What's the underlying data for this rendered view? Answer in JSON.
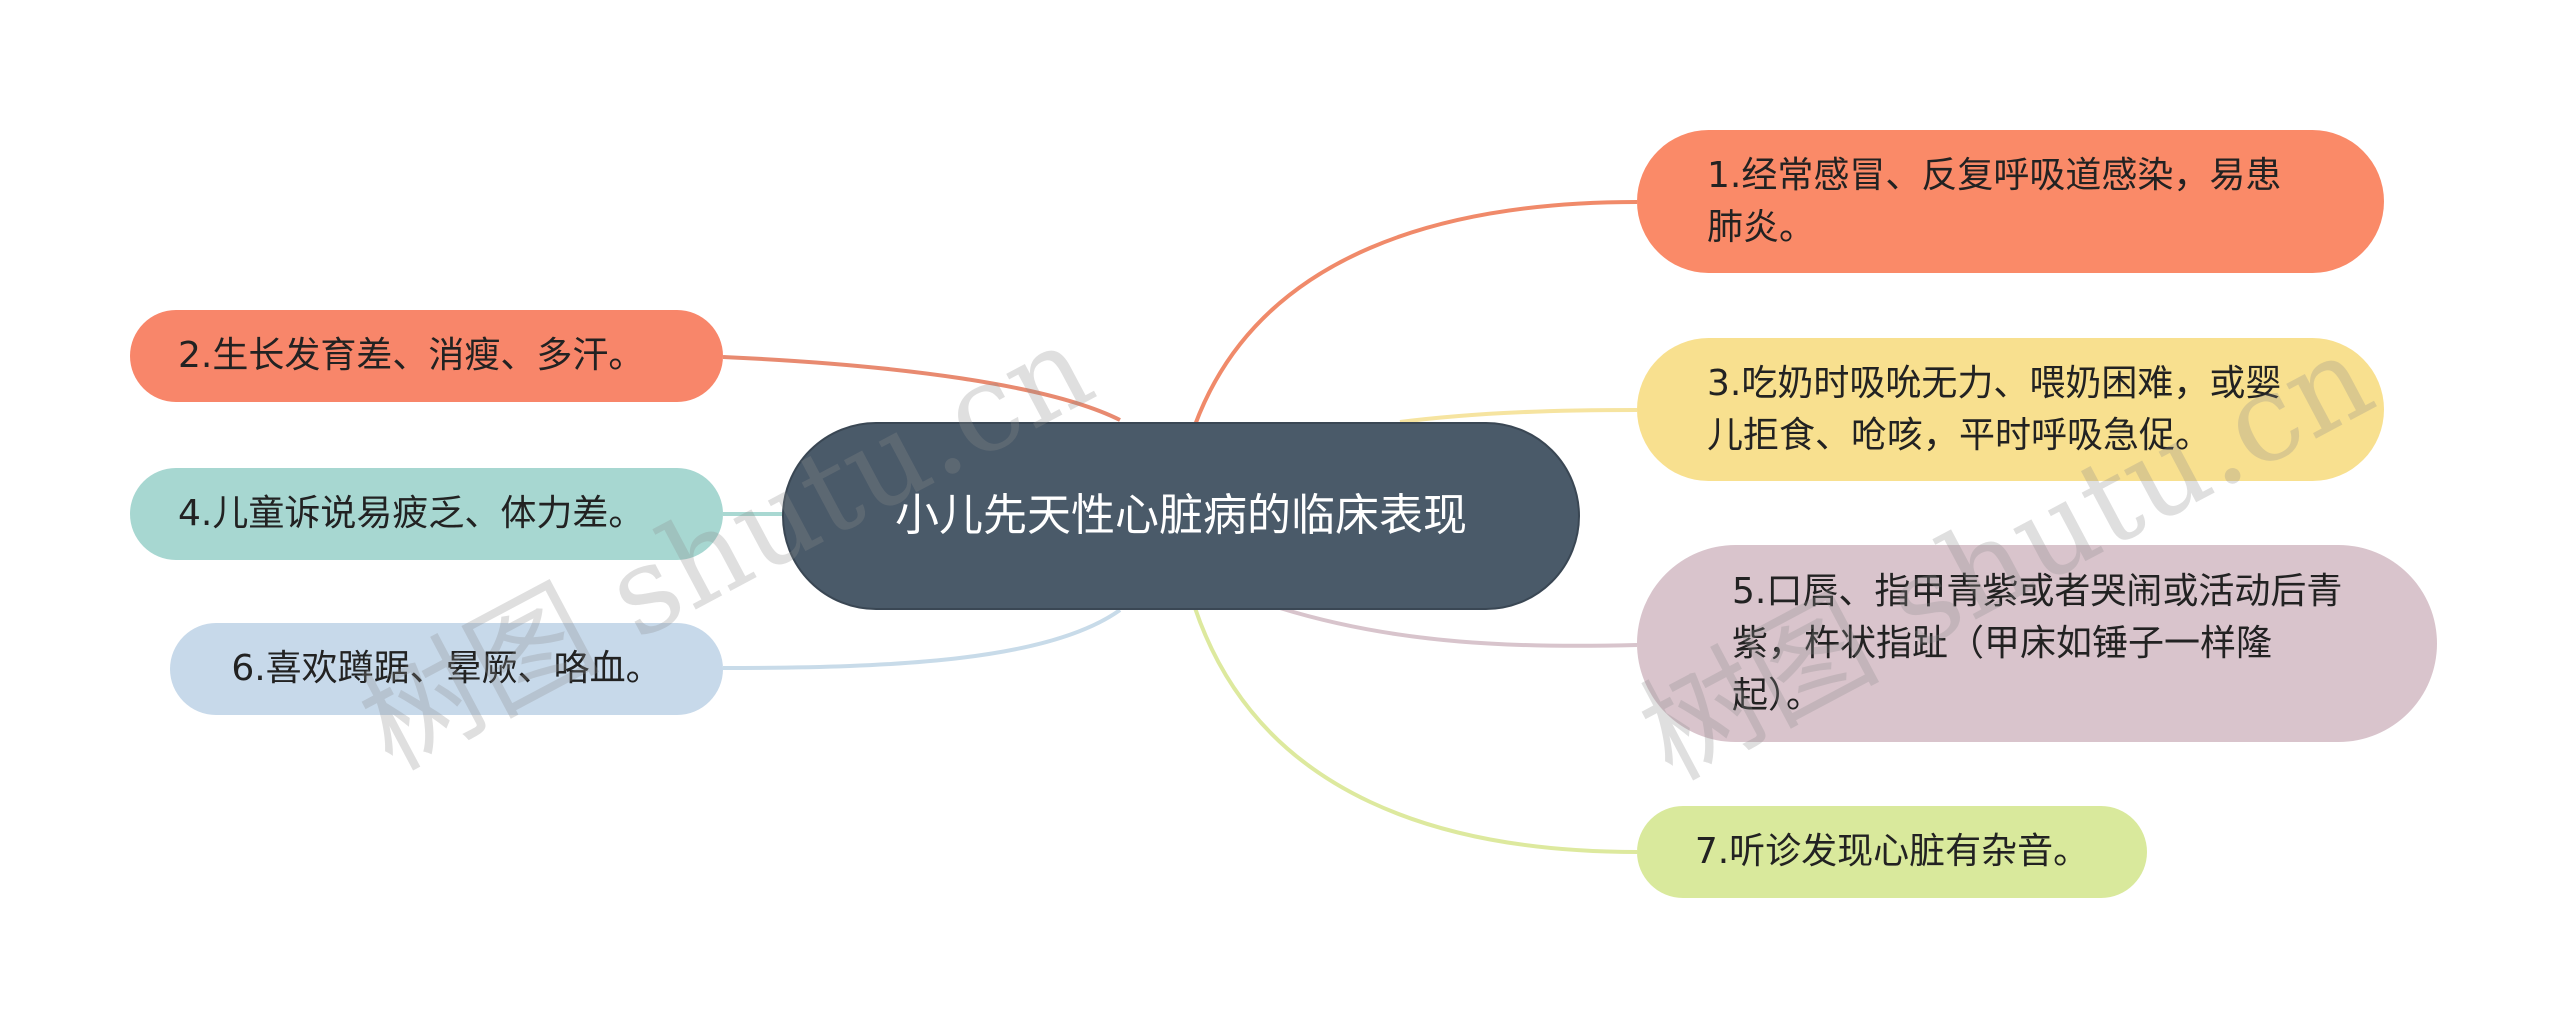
{
  "mindmap": {
    "center": "小儿先天性心脏病的临床表现",
    "branches": [
      {
        "id": "n1",
        "text": "1.经常感冒、反复呼吸道感染，易患肺炎。",
        "color": "#fa8a68",
        "side": "right"
      },
      {
        "id": "n2",
        "text": "2.生长发育差、消瘦、多汗。",
        "color": "#f8866a",
        "side": "left"
      },
      {
        "id": "n3",
        "text": "3.吃奶时吸吮无力、喂奶困难，或婴儿拒食、呛咳，平时呼吸急促。",
        "color": "#f8e08f",
        "side": "right"
      },
      {
        "id": "n4",
        "text": "4.儿童诉说易疲乏、体力差。",
        "color": "#a7d7d1",
        "side": "left"
      },
      {
        "id": "n5",
        "text": "5.口唇、指甲青紫或者哭闹或活动后青紫，杵状指趾（甲床如锤子一样隆起）。",
        "color": "#d9c4cc",
        "side": "right"
      },
      {
        "id": "n6",
        "text": "6.喜欢蹲踞、晕厥、咯血。",
        "color": "#c7d9ea",
        "side": "left"
      },
      {
        "id": "n7",
        "text": "7.听诊发现心脏有杂音。",
        "color": "#d9e99c",
        "side": "right"
      }
    ],
    "connector_colors": {
      "n1": "#f08a6a",
      "n2": "#e88a70",
      "n3": "#f6e4a0",
      "n4": "#a9d8d2",
      "n5": "#d8c4cc",
      "n6": "#c8dbe9",
      "n7": "#dde99e"
    }
  },
  "watermark": "树图 shutu.cn"
}
